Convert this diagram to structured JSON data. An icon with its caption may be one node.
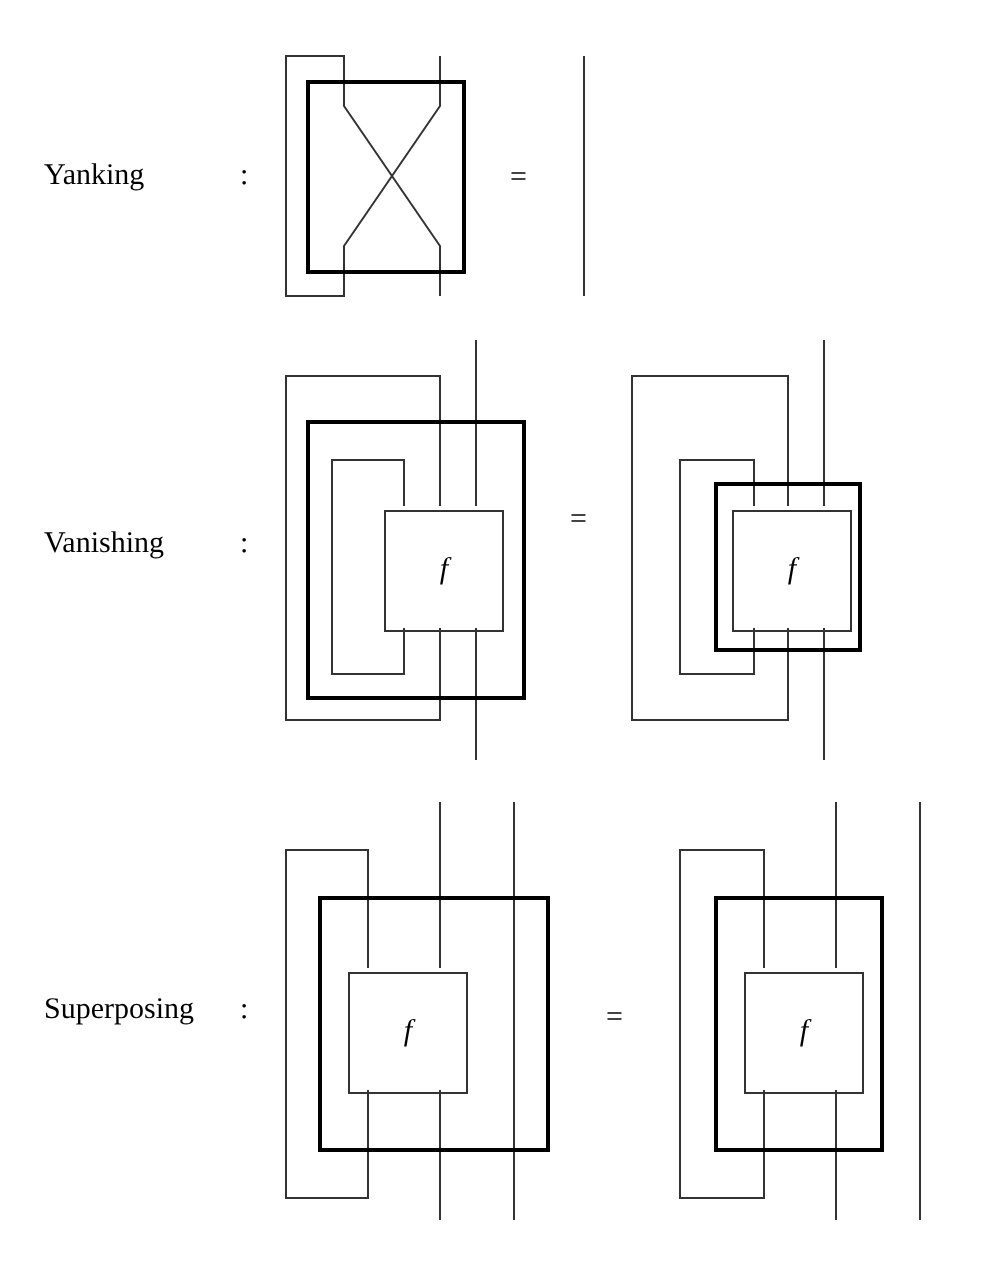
{
  "diagram": {
    "nodes": [
      {
        "text": [],
        "shape": "box"
      },
      {
        "text": [],
        "shape": "box"
      },
      {
        "text": [
          "f"
        ],
        "in": 1
      },
      {
        "text": [],
        "shape": "box"
      },
      {
        "text": [
          "f"
        ],
        "in": 3
      },
      {
        "text": [],
        "shape": "box"
      },
      {
        "text": [
          "f"
        ],
        "in": 5
      },
      {
        "text": [],
        "shape": "box"
      },
      {
        "text": [
          "f"
        ],
        "in": 7
      }
    ],
    "edges": [
      {
        "from": 2,
        "to": 2,
        "arrow": "none"
      },
      {
        "from": 2,
        "to": 2,
        "arrow": "none"
      },
      {
        "from": null,
        "to": 2,
        "arrow": "none"
      },
      {
        "from": 2,
        "to": null,
        "arrow": "none"
      },
      {
        "from": 4,
        "to": 4,
        "arrow": "none"
      },
      {
        "from": 4,
        "to": 4,
        "arrow": "none"
      },
      {
        "from": null,
        "to": 4,
        "arrow": "none"
      },
      {
        "from": 4,
        "to": null,
        "arrow": "none"
      },
      {
        "from": 6,
        "to": 6,
        "arrow": "none"
      },
      {
        "from": null,
        "to": 6,
        "arrow": "none"
      },
      {
        "from": 6,
        "to": null,
        "arrow": "none"
      },
      {
        "from": 8,
        "to": 8,
        "arrow": "none"
      },
      {
        "from": null,
        "to": 8,
        "arrow": "none"
      },
      {
        "from": 8,
        "to": null,
        "arrow": "none"
      }
    ],
    "labels": [
      "Yanking",
      ":",
      "=",
      "Vanishing",
      ":",
      "=",
      "Superposing",
      ":",
      "="
    ]
  }
}
